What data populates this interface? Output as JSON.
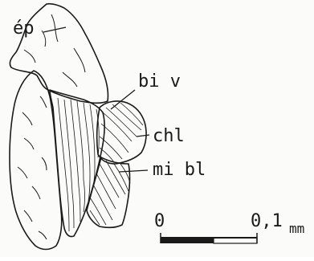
{
  "figure": {
    "labels": {
      "ep": "ép",
      "bi_v": "bi v",
      "chl": "chl",
      "mi_bl": "mi bl"
    },
    "scale_bar": {
      "start_label": "0",
      "end_label": "0,1",
      "unit": "mm"
    },
    "colors": {
      "ink": "#1a1a1a",
      "paper": "#fbfbf9"
    }
  }
}
